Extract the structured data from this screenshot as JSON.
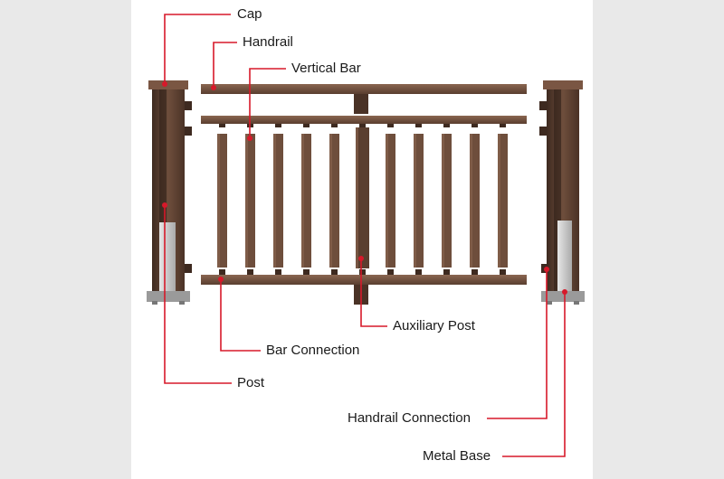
{
  "labels": {
    "cap": "Cap",
    "handrail": "Handrail",
    "vertical_bar": "Vertical Bar",
    "auxiliary_post": "Auxiliary Post",
    "bar_connection": "Bar Connection",
    "post": "Post",
    "handrail_connection": "Handrail Connection",
    "metal_base": "Metal Base"
  },
  "colors": {
    "wood": "#6e4e3c",
    "wood_dark": "#3e2a20",
    "wood_light": "#8a6650",
    "leader": "#d7192a",
    "metal": "#c8c8c8"
  }
}
